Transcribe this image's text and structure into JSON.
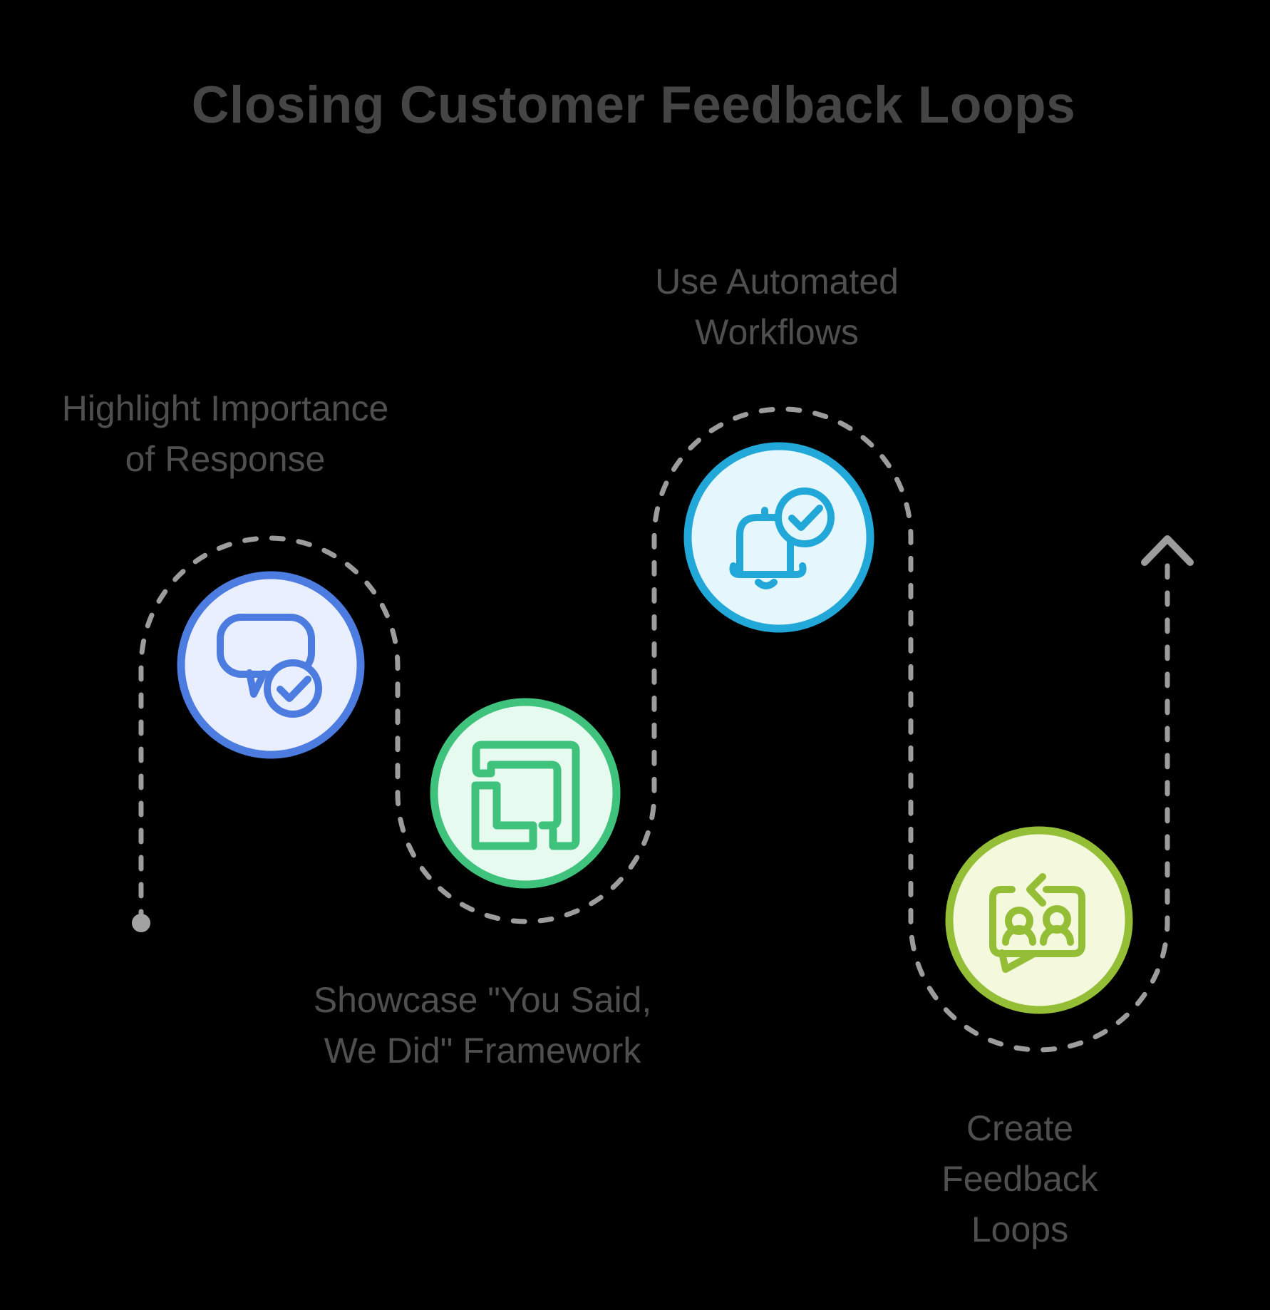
{
  "title": "Closing Customer Feedback Loops",
  "colors": {
    "background": "#000000",
    "title_text": "#454545",
    "label_text": "#4f4f4f",
    "path_gray": "#9c9c9c",
    "dot_gray": "#a2a2a2"
  },
  "flow": {
    "style": "dashed-serpentine",
    "start_marker": "dot",
    "end_marker": "up-arrow"
  },
  "steps": [
    {
      "label": "Highlight Importance\nof Response",
      "icon": "chat-check-icon",
      "circle_fill": "#e9effe",
      "circle_stroke": "#4c7ce0"
    },
    {
      "label": "Showcase \"You Said,\nWe Did\" Framework",
      "icon": "overlap-squares-icon",
      "circle_fill": "#e7faf0",
      "circle_stroke": "#3fc27c"
    },
    {
      "label": "Use Automated\nWorkflows",
      "icon": "bell-check-icon",
      "circle_fill": "#e5f6fc",
      "circle_stroke": "#21a8d8"
    },
    {
      "label": "Create Feedback\nLoops",
      "icon": "people-chat-loop-icon",
      "circle_fill": "#f4f9de",
      "circle_stroke": "#94be36"
    }
  ]
}
